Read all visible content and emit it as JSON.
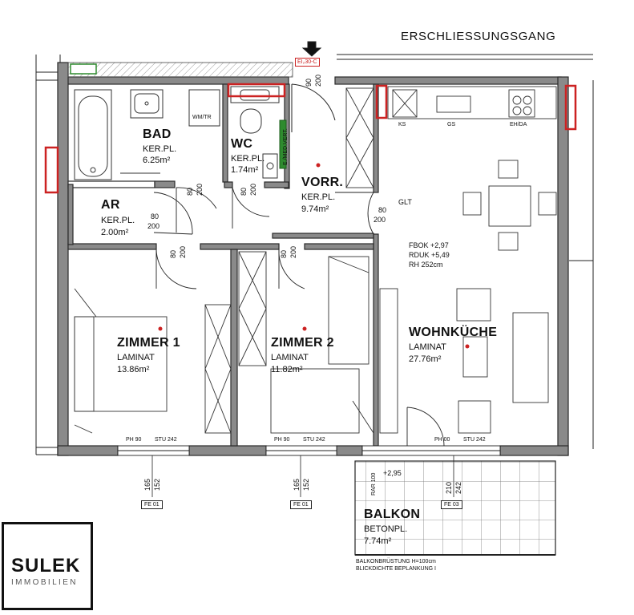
{
  "corridor_label": "ERSCHLIESSUNGSGANG",
  "entrance_door": "EI₂30-C",
  "rooms": [
    {
      "key": "bad",
      "name": "BAD",
      "floor": "KER.PL.",
      "area": "6.25m²"
    },
    {
      "key": "wc",
      "name": "WC",
      "floor": "KER.PL.",
      "area": "1.74m²"
    },
    {
      "key": "ar",
      "name": "AR",
      "floor": "KER.PL.",
      "area": "2.00m²"
    },
    {
      "key": "vorr",
      "name": "VORR.",
      "floor": "KER.PL.",
      "area": "9.74m²"
    },
    {
      "key": "zimmer1",
      "name": "ZIMMER 1",
      "floor": "LAMINAT",
      "area": "13.86m²"
    },
    {
      "key": "zimmer2",
      "name": "ZIMMER 2",
      "floor": "LAMINAT",
      "area": "11.82m²"
    },
    {
      "key": "wohnkueche",
      "name": "WOHNKÜCHE",
      "floor": "LAMINAT",
      "area": "27.76m²"
    },
    {
      "key": "balkon",
      "name": "BALKON",
      "floor": "BETONPL.",
      "area": "7.74m²"
    }
  ],
  "doors": {
    "bad": [
      "80",
      "200"
    ],
    "wc": [
      "80",
      "200"
    ],
    "ar": [
      "80",
      "200"
    ],
    "entry": [
      "90",
      "200"
    ],
    "zimmer1": [
      "80",
      "200"
    ],
    "zimmer2": [
      "80",
      "200"
    ],
    "kitchen": [
      "80",
      "200"
    ]
  },
  "fixtures": {
    "washer": "WM/TR",
    "meter": "E./MED.VERT.",
    "ks": "KS",
    "gs": "GS",
    "eh_da": "EH/DA",
    "glt": "GLT"
  },
  "levels": {
    "fbok": "FBOK +2,97",
    "rduk": "RDUK +5,49",
    "rh": "RH 252cm",
    "balkon": "+2,95"
  },
  "windows": [
    {
      "ph": "PH 90",
      "stu": "STU 242",
      "h1": "165",
      "h2": "152",
      "tag": "FE 01"
    },
    {
      "ph": "PH 90",
      "stu": "STU 242",
      "h1": "165",
      "h2": "152",
      "tag": "FE 01"
    },
    {
      "ph": "PH 00",
      "stu": "STU 242",
      "h1": "210",
      "h2": "242",
      "tag": "FE 03"
    }
  ],
  "rar": "RAR 100",
  "balcony_note1": "BALKONBRÜSTUNG H=100cm",
  "balcony_note2": "BLICKDICHTE BEPLANKUNG I",
  "logo": {
    "name": "SULEK",
    "sub": "IMMOBILIEN"
  },
  "colors": {
    "wall": "#3a3a3a",
    "wall_fill": "#8a8a8a",
    "fixture": "#333333",
    "red": "#cc2222",
    "green": "#2e8b2e",
    "hatch": "#9a9a9a"
  }
}
